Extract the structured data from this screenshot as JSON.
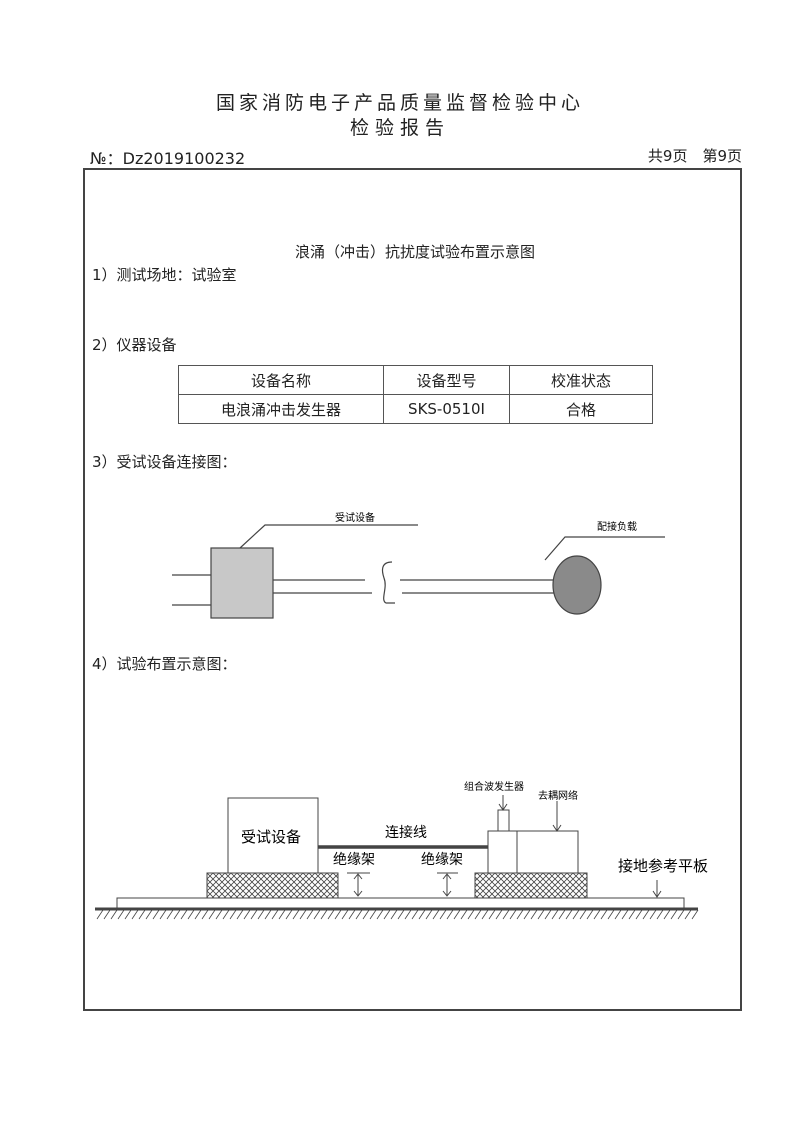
{
  "header": {
    "org": "国家消防电子产品质量监督检验中心",
    "title": "检验报告",
    "report_no": "№：Dz2019100232",
    "pages": "共9页　第9页"
  },
  "doc_title": "浪涌（冲击）抗扰度试验布置示意图",
  "s1": "1）测试场地：试验室",
  "s2": "2）仪器设备",
  "table": {
    "headers": [
      "设备名称",
      "设备型号",
      "校准状态"
    ],
    "rows": [
      [
        "电浪涌冲击发生器",
        "SKS-0510I",
        "合格"
      ]
    ]
  },
  "s3": "3）受试设备连接图：",
  "conn": {
    "eut": "受试设备",
    "load": "配接负载"
  },
  "s4": "4）试验布置示意图：",
  "layout": {
    "eut": "受试设备",
    "cable": "连接线",
    "support1": "绝缘架",
    "support2": "绝缘架",
    "generator": "组合波发生器",
    "cdn": "去耦网络",
    "ground": "接地参考平板"
  }
}
